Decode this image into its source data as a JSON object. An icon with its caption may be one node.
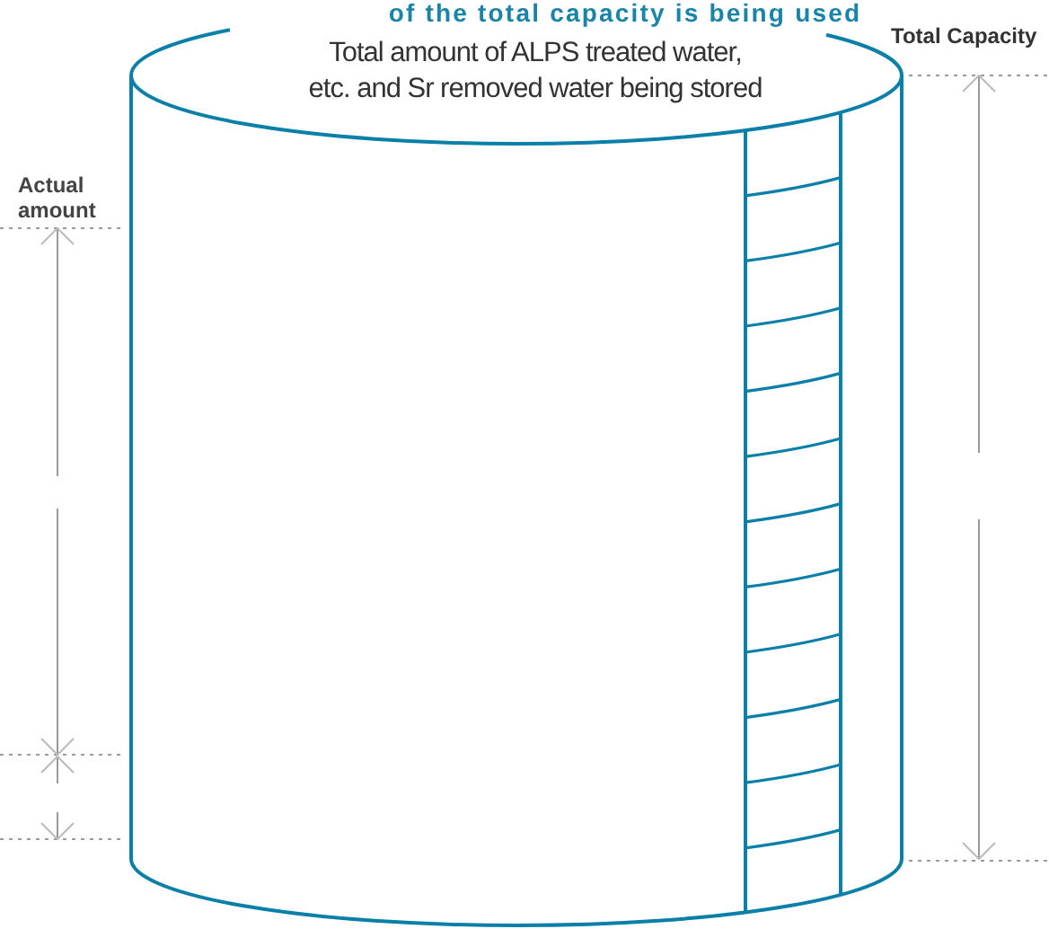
{
  "diagram": {
    "title": "of the total capacity is being used",
    "nodes": [
      {
        "text": [
          "Total amount of ALPS treated water, etc. and Sr removed water being stored"
        ]
      }
    ],
    "labels": [
      "Total Capacity",
      "Actual amount"
    ]
  }
}
